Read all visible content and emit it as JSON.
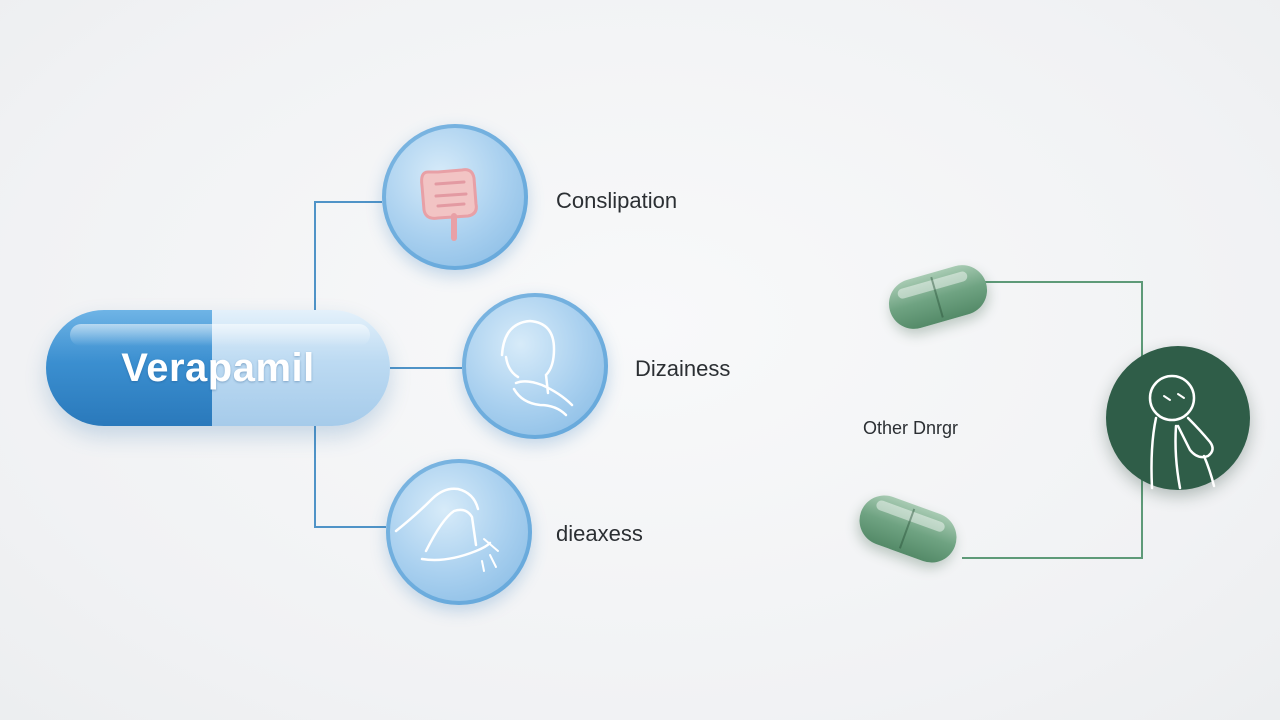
{
  "drug": {
    "name": "Verapamil"
  },
  "side_effects": [
    {
      "label": "Conslipation",
      "icon": "intestine-icon"
    },
    {
      "label": "Dizainess",
      "icon": "dizzy-person-icon"
    },
    {
      "label": "dieaxess",
      "icon": "hand-pain-icon"
    }
  ],
  "interactions": {
    "label": "Other Dnrgr",
    "icon": "nauseous-person-icon"
  },
  "colors": {
    "primary_blue": "#2a79bb",
    "light_blue": "#a9d0ef",
    "connector_blue": "#4f93c7",
    "green": "#548a68",
    "dark_green": "#2f5d48",
    "connector_green": "#5e9a78"
  }
}
